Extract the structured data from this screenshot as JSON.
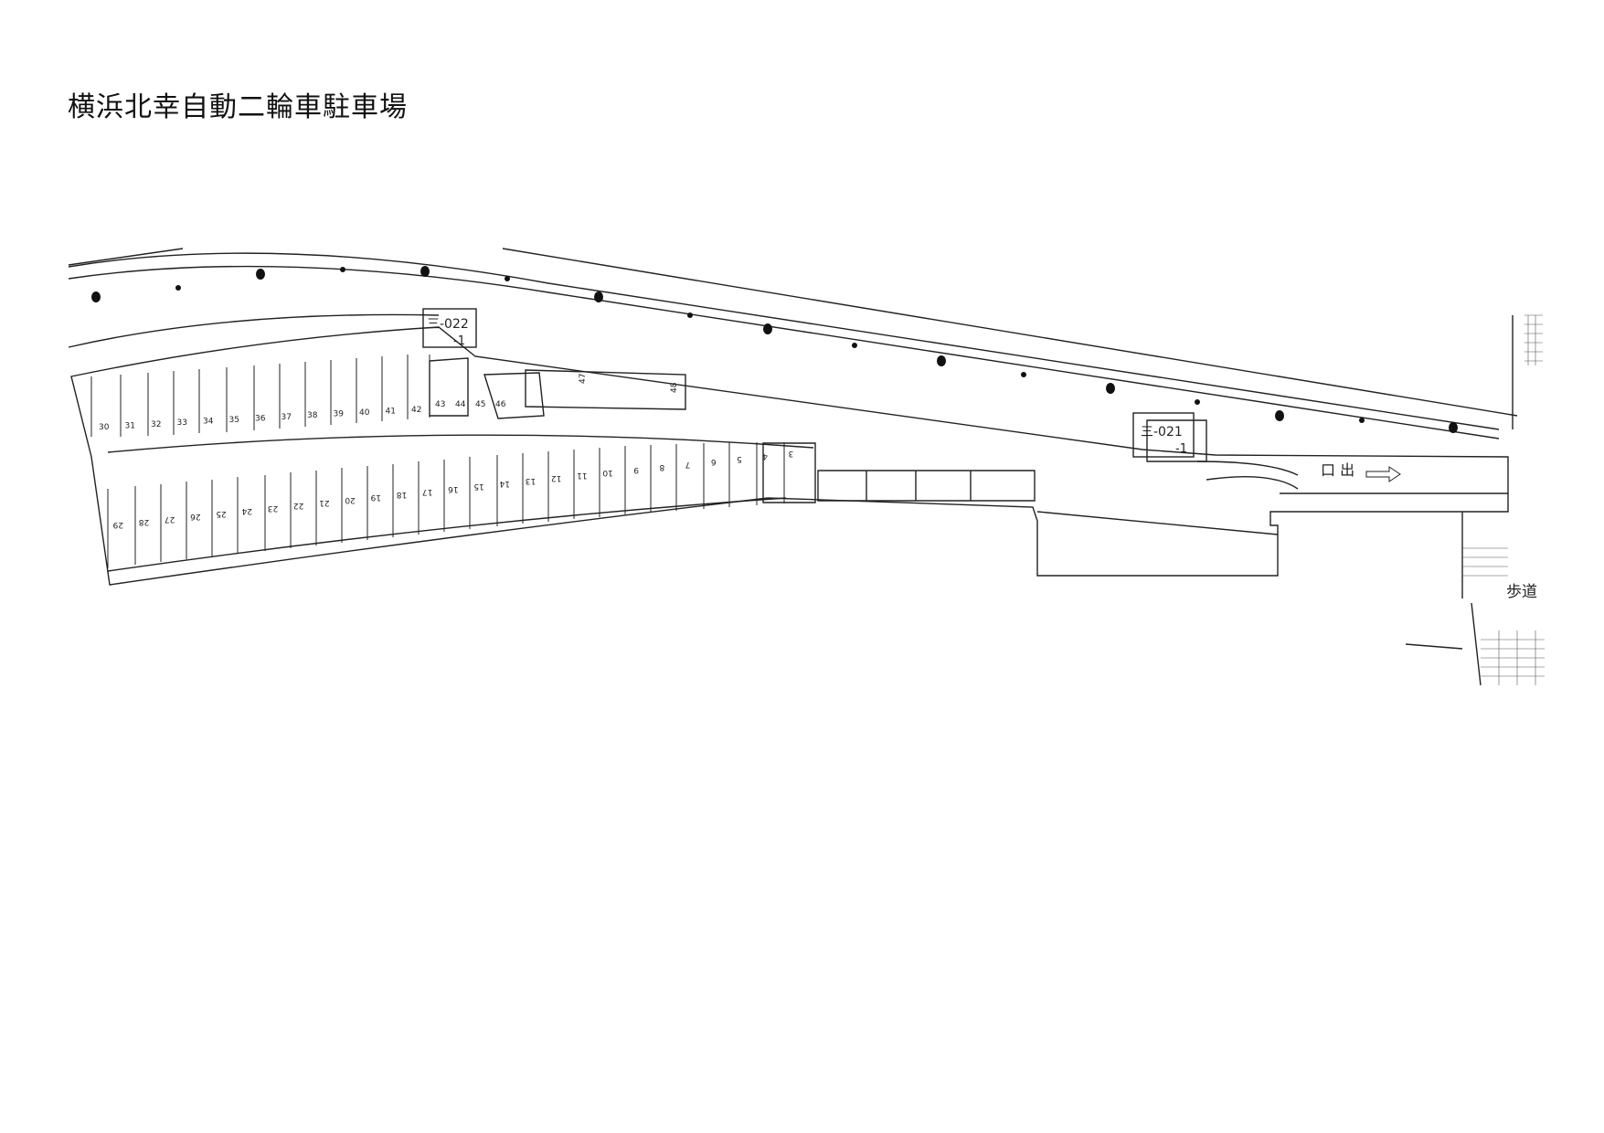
{
  "title": "横浜北幸自動二輪車駐車場",
  "labels": {
    "code_upper": "三-022",
    "code_upper_sub": "-1",
    "code_lower": "三-021",
    "code_lower_sub": "-1",
    "entrance": "口 出",
    "sidewalk": "歩道"
  },
  "stalls_upper": [
    "30",
    "31",
    "32",
    "33",
    "34",
    "35",
    "36",
    "37",
    "38",
    "39",
    "40",
    "41",
    "42"
  ],
  "stalls_mid": [
    "43",
    "44",
    "45",
    "46"
  ],
  "stalls_right": [
    "47",
    "48"
  ],
  "stalls_lower": [
    "29",
    "28",
    "27",
    "26",
    "25",
    "24",
    "23",
    "22",
    "21",
    "20",
    "19",
    "18",
    "17",
    "16",
    "15",
    "14",
    "13",
    "12",
    "11",
    "10",
    "9",
    "8",
    "7",
    "6",
    "5",
    "4",
    "3"
  ]
}
